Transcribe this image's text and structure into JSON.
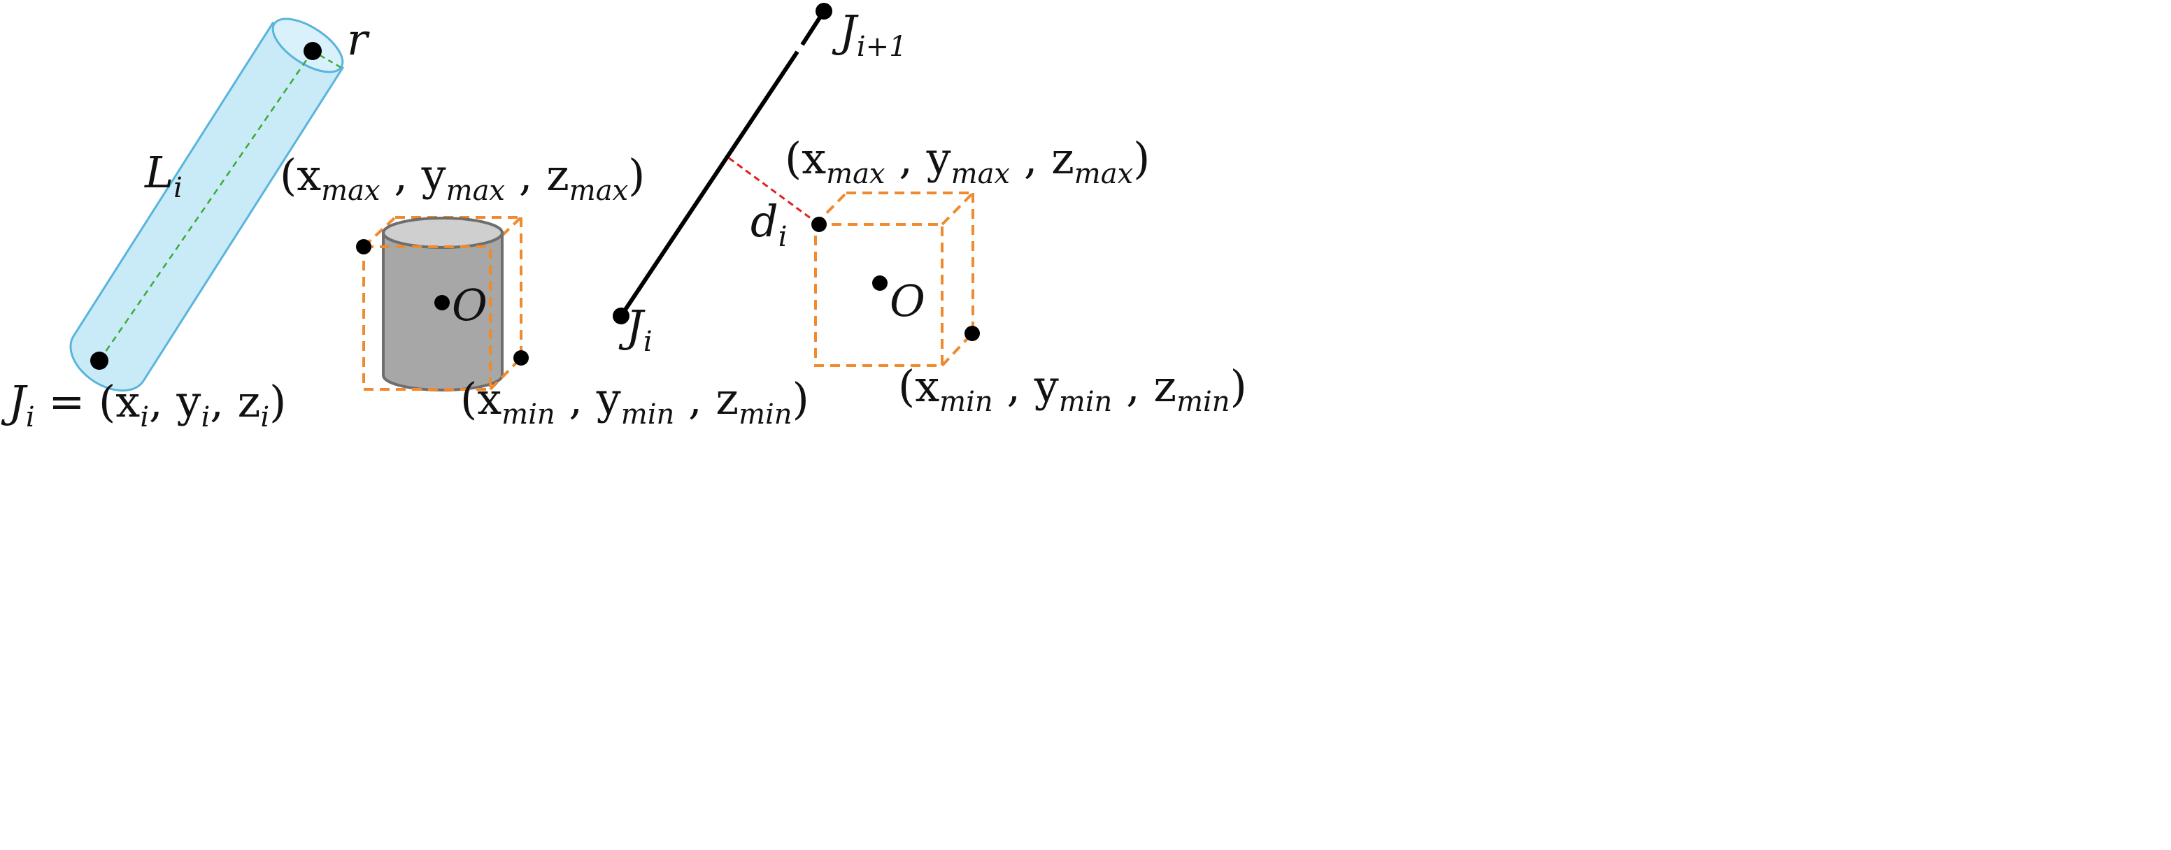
{
  "colors": {
    "cylinder_fill": "#c8ebf7",
    "cylinder_stroke": "#5ab4dc",
    "axis_dash": "#3aaa35",
    "box_dash": "#f08a2e",
    "solid_body": "#a7a7a7",
    "solid_top": "#cfcfcf",
    "solid_stroke": "#6e6e6e",
    "distance_dash": "#e02020",
    "ink": "#000000"
  },
  "left": {
    "radius_label": "r",
    "length_label": {
      "base": "L",
      "sub": "i"
    },
    "joint_label": {
      "base": "J",
      "sub": "i",
      "rest": " = (x",
      "x_sub": "i",
      "comma1": ", y",
      "y_sub": "i",
      "comma2": ", z",
      "z_sub": "i",
      "close": ")"
    },
    "max_label": {
      "open": "(x",
      "x_sub": "max",
      "c1": " , y",
      "y_sub": "max",
      "c2": " , z",
      "z_sub": "max",
      "close": ")"
    },
    "min_label": {
      "open": "(x",
      "x_sub": "min",
      "c1": " , y",
      "y_sub": "min",
      "c2": " , z",
      "z_sub": "min",
      "close": ")"
    },
    "center_label": "O"
  },
  "right": {
    "top_joint": {
      "base": "J",
      "sub": "i+1"
    },
    "bottom_joint": {
      "base": "J",
      "sub": "i"
    },
    "distance_label": {
      "base": "d",
      "sub": "i"
    },
    "max_label": {
      "open": "(x",
      "x_sub": "max",
      "c1": " , y",
      "y_sub": "max",
      "c2": " , z",
      "z_sub": "max",
      "close": ")"
    },
    "min_label": {
      "open": "(x",
      "x_sub": "min",
      "c1": " , y",
      "y_sub": "min",
      "c2": " , z",
      "z_sub": "min",
      "close": ")"
    },
    "center_label": "O"
  }
}
